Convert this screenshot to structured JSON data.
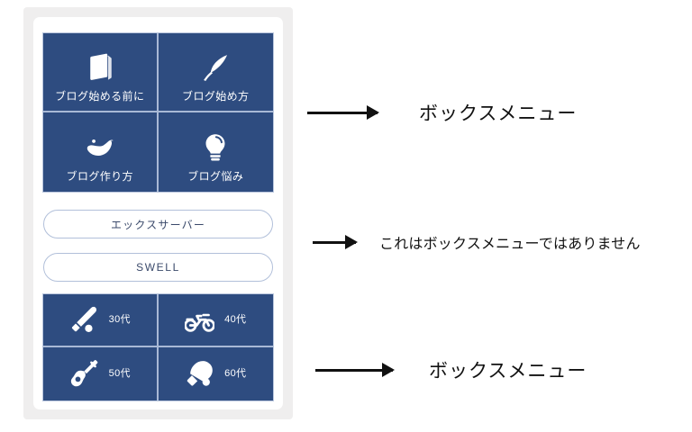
{
  "widget": {
    "box_menu_top": {
      "tiles": [
        {
          "icon": "book-icon",
          "label": "ブログ始める前に"
        },
        {
          "icon": "feather-pen-icon",
          "label": "ブログ始め方"
        },
        {
          "icon": "bird-icon",
          "label": "ブログ作り方"
        },
        {
          "icon": "lightbulb-icon",
          "label": "ブログ悩み"
        }
      ]
    },
    "buttons": [
      {
        "label": "エックスサーバー"
      },
      {
        "label": "SWELL"
      }
    ],
    "box_menu_bottom": {
      "tiles": [
        {
          "icon": "baseball-bat-icon",
          "label": "30代"
        },
        {
          "icon": "motorcycle-icon",
          "label": "40代"
        },
        {
          "icon": "guitar-icon",
          "label": "50代"
        },
        {
          "icon": "table-tennis-icon",
          "label": "60代"
        }
      ]
    }
  },
  "annotations": [
    {
      "arrow": "right-arrow-icon",
      "text": "ボックスメニュー"
    },
    {
      "arrow": "right-arrow-icon",
      "text": "これはボックスメニューではありません"
    },
    {
      "arrow": "right-arrow-icon",
      "text": "ボックスメニュー"
    }
  ],
  "colors": {
    "tile_navy": "#2e4c80",
    "tile_divider": "#a9b9d6",
    "frame_gray": "#efeeee",
    "pill_border": "#b2c0da",
    "pill_text": "#3b4a6b",
    "annotation_black": "#111111"
  }
}
